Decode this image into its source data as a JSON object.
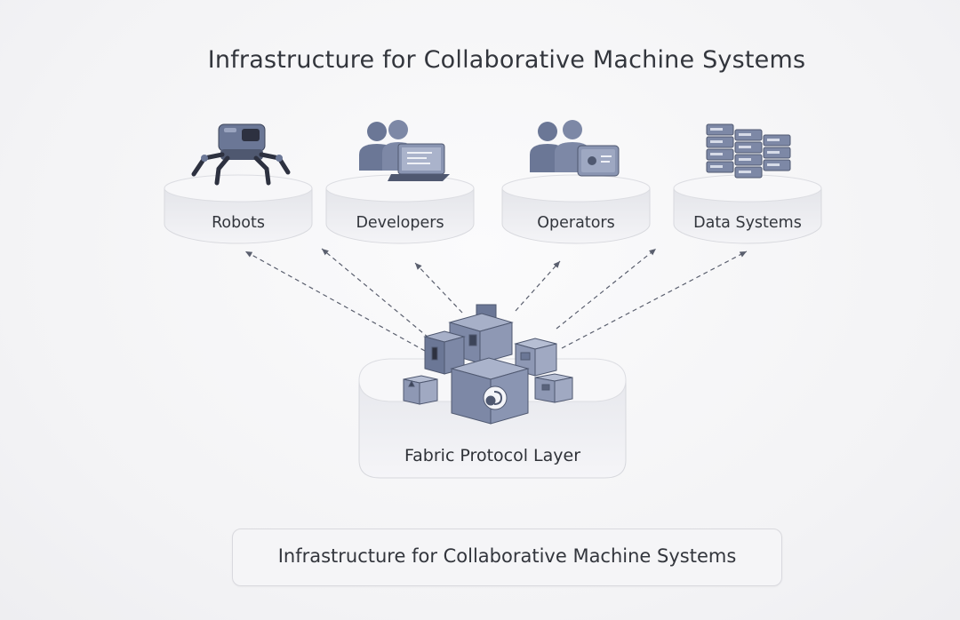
{
  "title": "Infrastructure for Collaborative Machine Systems",
  "stakeholders": [
    {
      "label": "Robots",
      "icon": "robot-icon"
    },
    {
      "label": "Developers",
      "icon": "developers-icon"
    },
    {
      "label": "Operators",
      "icon": "operators-icon"
    },
    {
      "label": "Data Systems",
      "icon": "servers-icon"
    }
  ],
  "hub": {
    "label": "Fabric Protocol Layer",
    "icon": "cube-cluster-icon"
  },
  "caption": "Infrastructure for Collaborative Machine Systems",
  "colors": {
    "accent": "#6b7796",
    "platform": "#eeeef2",
    "text": "#33363d",
    "connector": "#5a5f6e"
  }
}
